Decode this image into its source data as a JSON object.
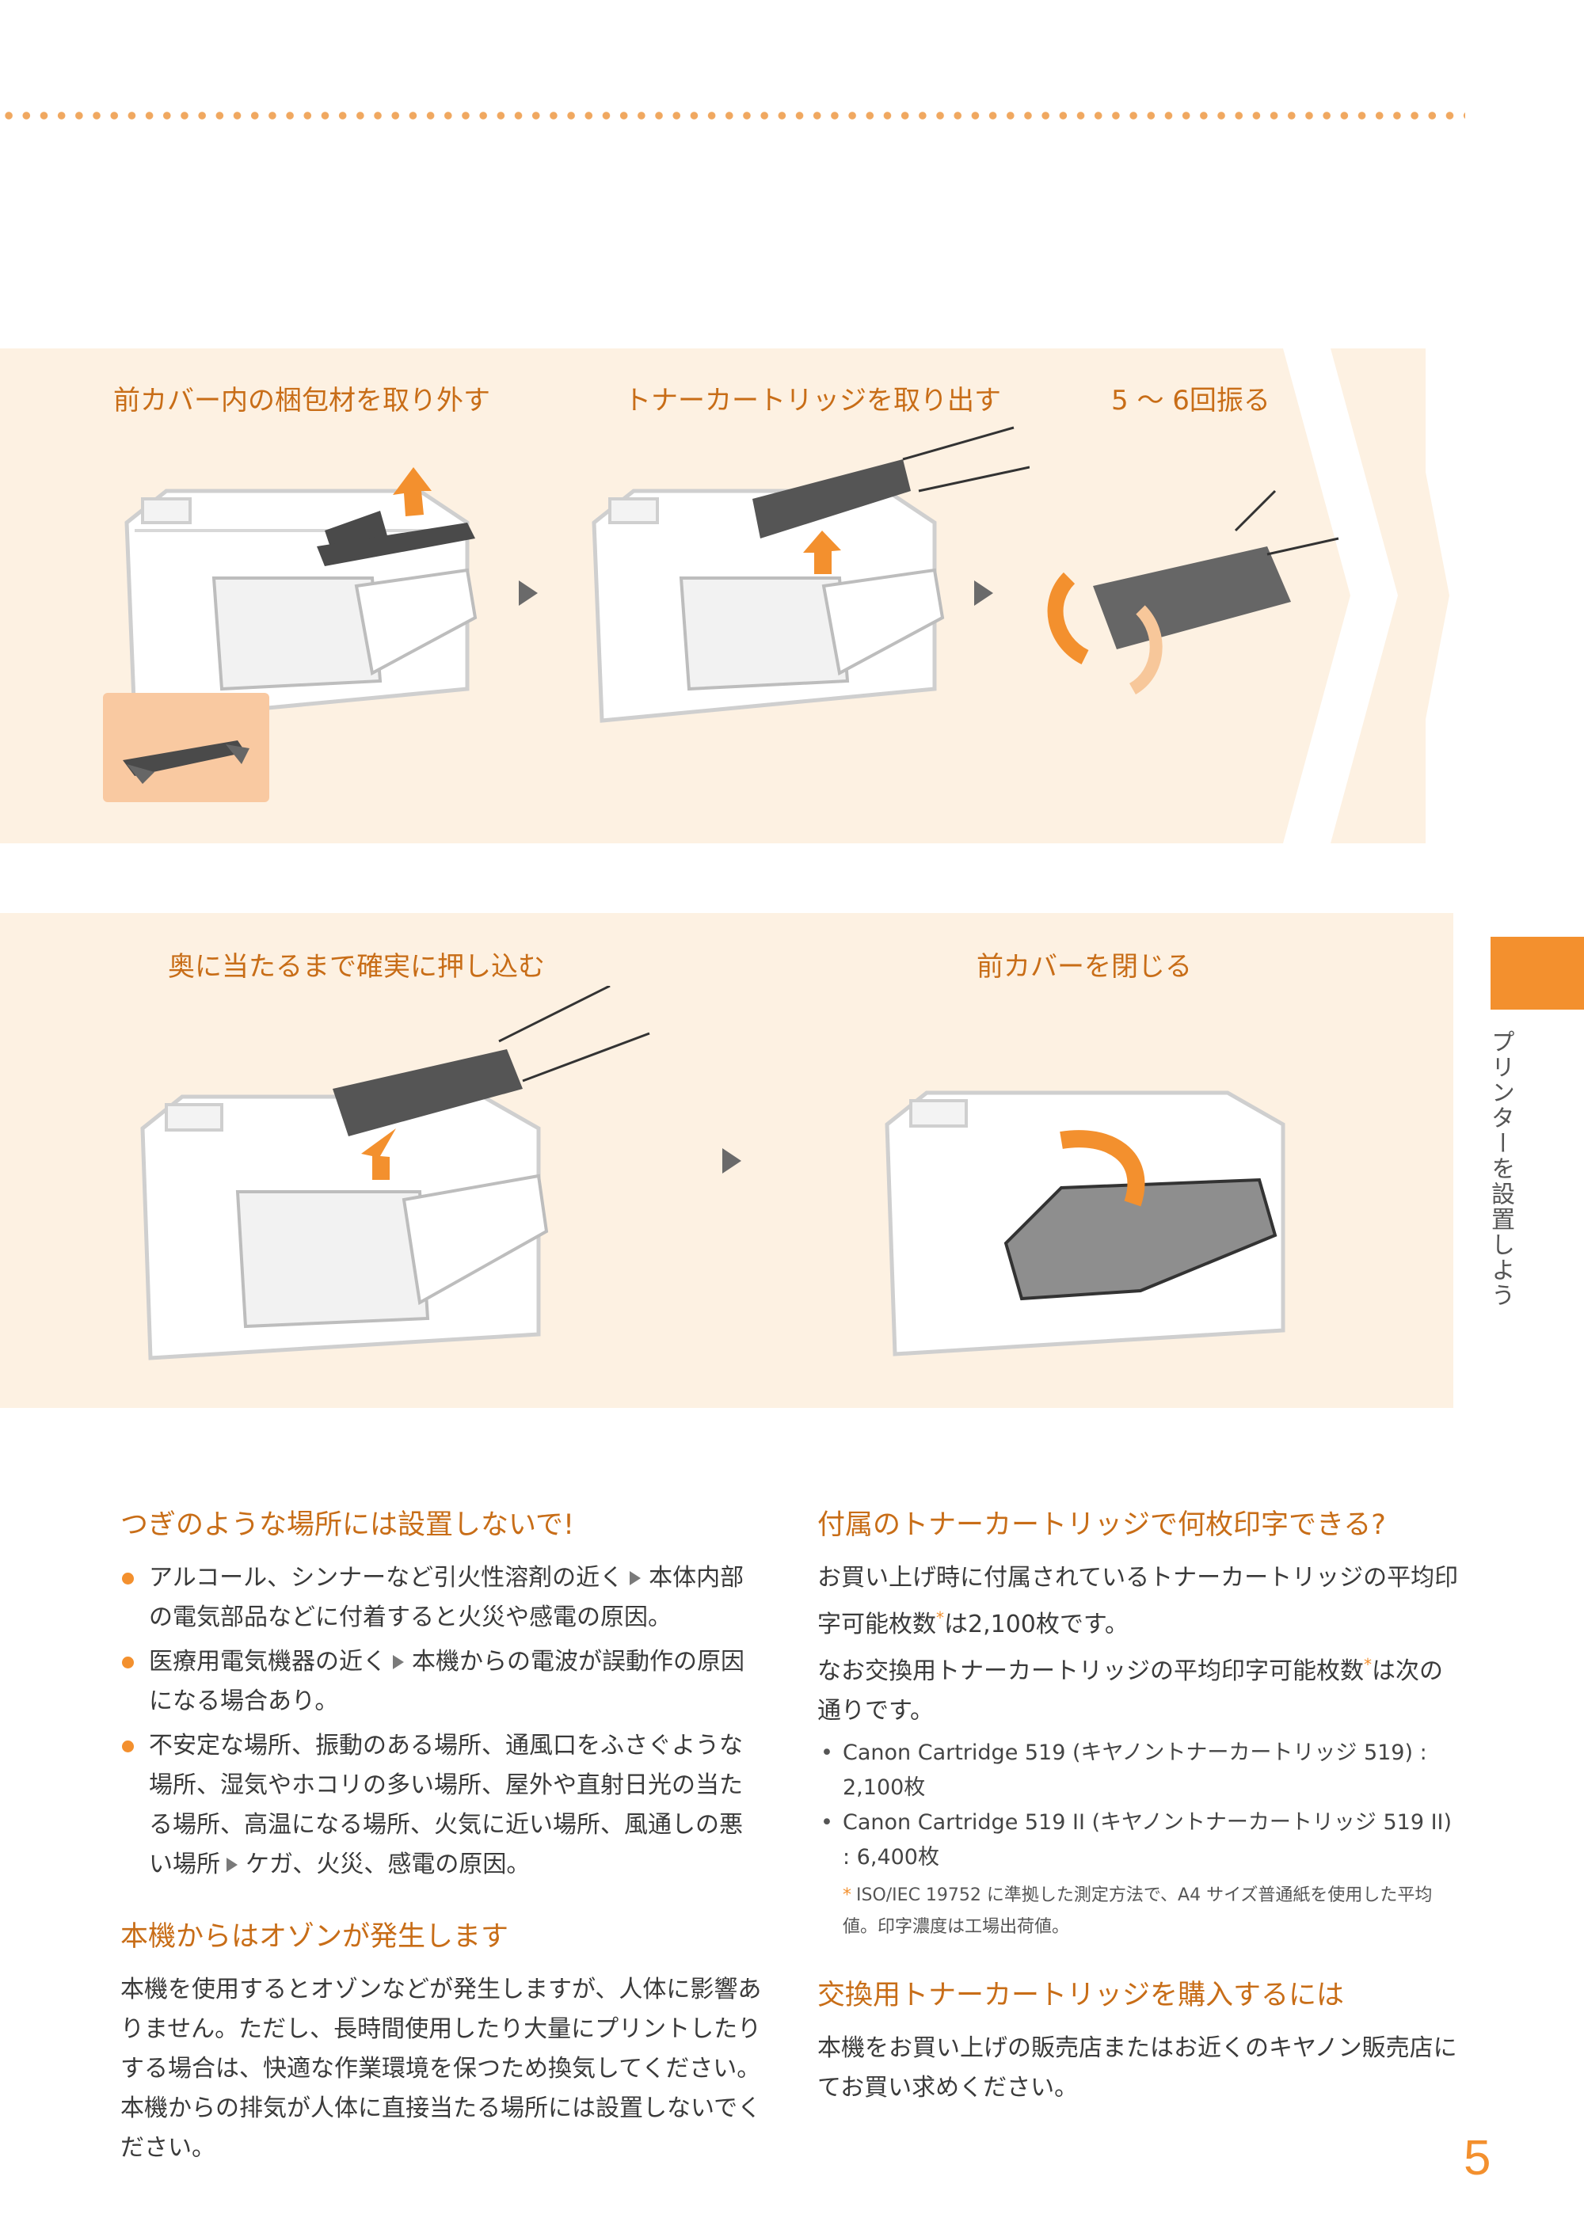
{
  "steps": {
    "s1": "前カバー内の梱包材を取り外す",
    "s2": "トナーカートリッジを取り出す",
    "s3": "5 〜 6回振る",
    "s4": "奥に当たるまで確実に押し込む",
    "s5": "前カバーを閉じる"
  },
  "side": {
    "label": "プリンターを設置しよう"
  },
  "page_number": "5",
  "left": {
    "h1": "つぎのような場所には設置しないで!",
    "items": [
      {
        "a": "アルコール、シンナーなど引火性溶剤の近く",
        "b": "本体内部の電気部品などに付着すると火災や感電の原因。"
      },
      {
        "a": "医療用電気機器の近く",
        "b": "本機からの電波が誤動作の原因になる場合あり。"
      },
      {
        "a": "不安定な場所、振動のある場所、通風口をふさぐような場所、湿気やホコリの多い場所、屋外や直射日光の当たる場所、高温になる場所、火気に近い場所、風通しの悪い場所",
        "b": "ケガ、火災、感電の原因。"
      }
    ],
    "h2": "本機からはオゾンが発生します",
    "p2": "本機を使用するとオゾンなどが発生しますが、人体に影響ありません。ただし、長時間使用したり大量にプリントしたりする場合は、快適な作業環境を保つため換気してください。本機からの排気が人体に直接当たる場所には設置しないでください。"
  },
  "right": {
    "h1": "付属のトナーカートリッジで何枚印字できる?",
    "p1a": "お買い上げ時に付属されているトナーカートリッジの平均印字可能枚数",
    "p1b": "は2,100枚です。",
    "p2a": "なお交換用トナーカートリッジの平均印字可能枚数",
    "p2b": "は次の通りです。",
    "asterisk": "*",
    "list": [
      "Canon Cartridge 519 (キヤノントナーカートリッジ 519) : 2,100枚",
      "Canon Cartridge 519 II (キヤノントナーカートリッジ 519 II) : 6,400枚"
    ],
    "note": "ISO/IEC 19752 に準拠した測定方法で、A4 サイズ普通紙を使用した平均値。印字濃度は工場出荷値。",
    "h2": "交換用トナーカートリッジを購入するには",
    "p3": "本機をお買い上げの販売店またはお近くのキヤノン販売店にてお買い求めください。"
  },
  "colors": {
    "accent": "#f3902e",
    "heading": "#c86d17",
    "band": "#fdf1e2"
  }
}
